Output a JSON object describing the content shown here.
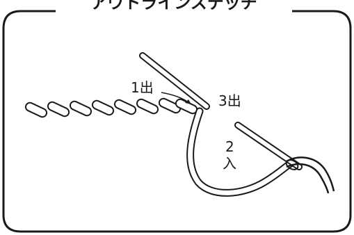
{
  "title": "アウトラインステッチ",
  "labels": {
    "one_out": "1出",
    "three_out": "3出",
    "two_num": "2",
    "two_in": "入"
  },
  "colors": {
    "line": "#1a1a1a",
    "background": "#ffffff"
  }
}
